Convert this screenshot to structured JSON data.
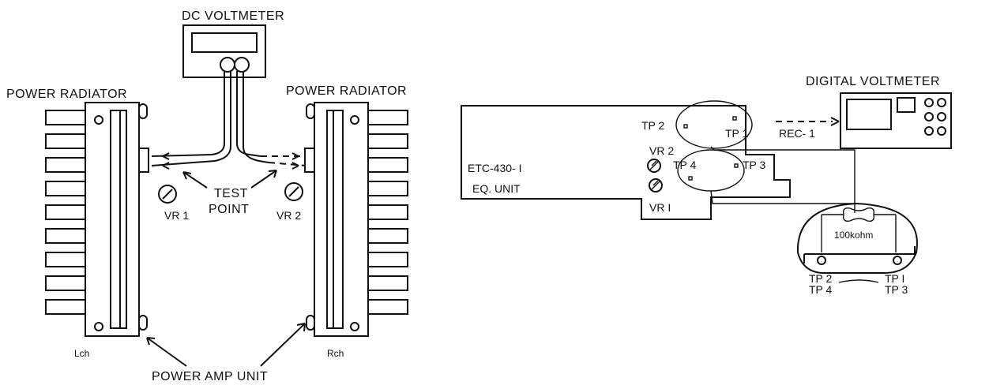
{
  "left_diagram": {
    "dc_voltmeter": "DC VOLTMETER",
    "power_radiator_left": "POWER RADIATOR",
    "power_radiator_right": "POWER RADIATOR",
    "test_point": [
      "TEST",
      "POINT"
    ],
    "vr1": "VR 1",
    "vr2": "VR 2",
    "lch": "Lch",
    "rch": "Rch",
    "power_amp_unit": "POWER AMP UNIT"
  },
  "right_diagram": {
    "digital_voltmeter": "DIGITAL VOLTMETER",
    "tp2": "TP 2",
    "tp1": "TP 1",
    "rec1": "REC- 1",
    "vr2": "VR 2",
    "tp4": "TP 4",
    "tp3": "TP 3",
    "board_name": "ETC-430- I",
    "board_type": "EQ. UNIT",
    "vr1": "VR I",
    "resistor": "100kohm",
    "tp2_4_top": "TP 2",
    "tp2_4_bottom": "TP 4",
    "tp1_3_top": "TP I",
    "tp1_3_bottom": "TP 3"
  }
}
